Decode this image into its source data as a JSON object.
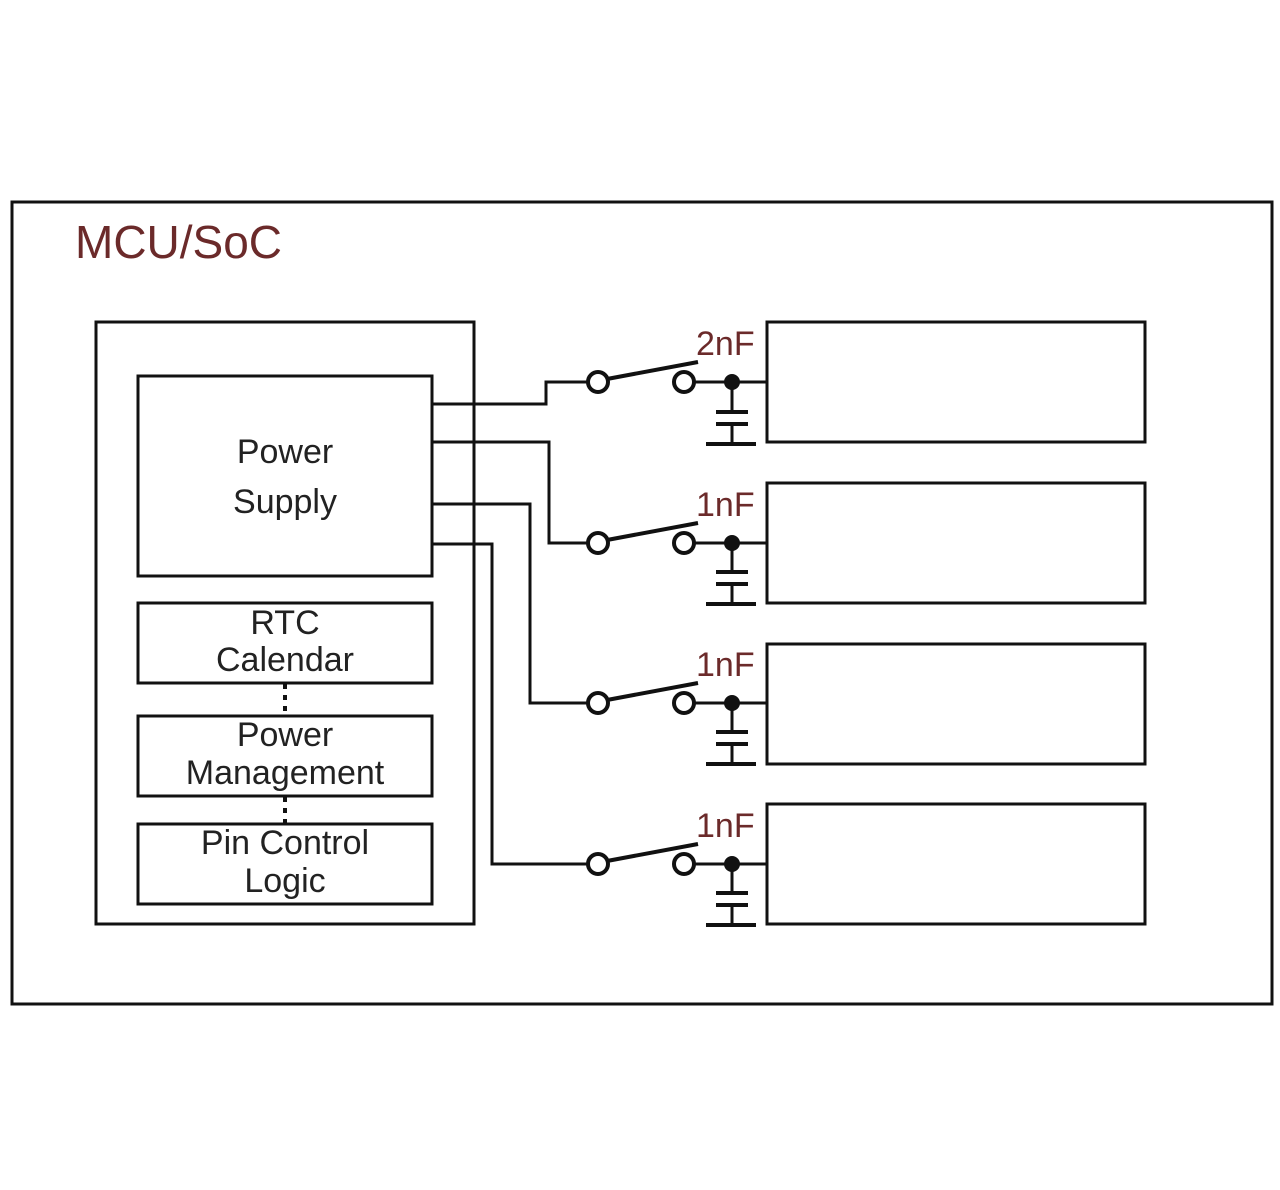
{
  "title": "MCU/SoC",
  "blocks": {
    "power_supply": [
      "Power",
      "Supply"
    ],
    "rtc": [
      "RTC",
      "Calendar"
    ],
    "power_management": [
      "Power",
      "Management"
    ],
    "pin_control": [
      "Pin Control",
      "Logic"
    ]
  },
  "channels": [
    {
      "capacitor": "2nF"
    },
    {
      "capacitor": "1nF"
    },
    {
      "capacitor": "1nF"
    },
    {
      "capacitor": "1nF"
    }
  ],
  "colors": {
    "label": "#6b2a2a",
    "line": "#111111"
  }
}
